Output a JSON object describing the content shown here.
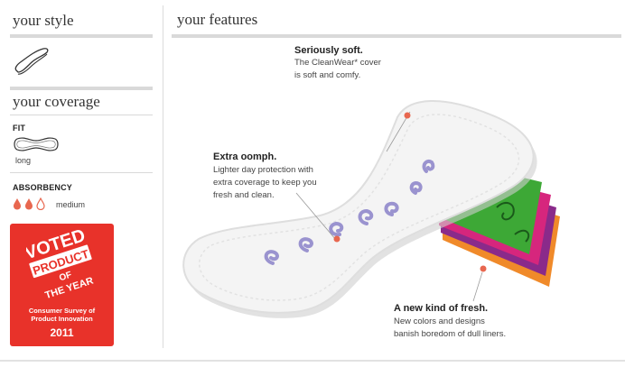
{
  "left": {
    "style_title": "your style",
    "coverage_title": "your coverage",
    "fit_label": "FIT",
    "fit_value": "long",
    "absorbency_label": "ABSORBENCY",
    "absorbency_value": "medium",
    "absorbency_drops": {
      "filled": 2,
      "total": 3
    }
  },
  "badge": {
    "voted": "VOTED",
    "product": "PRODUCT",
    "of": "OF",
    "the_year": "THE YEAR",
    "survey_line1": "Consumer Survey of",
    "survey_line2": "Product Innovation",
    "year": "2011"
  },
  "features": {
    "title": "your features",
    "items": [
      {
        "heading": "Seriously soft.",
        "lines": [
          "The CleanWear* cover",
          "is soft and comfy."
        ]
      },
      {
        "heading": "Extra oomph.",
        "lines": [
          "Lighter day protection with",
          "extra coverage to keep you",
          "fresh and clean."
        ]
      },
      {
        "heading": "A new kind of fresh.",
        "lines": [
          "New colors and designs",
          "banish boredom of dull liners."
        ]
      }
    ]
  },
  "colors": {
    "accent_dot": "#e8674f",
    "badge_red": "#e8322a",
    "swirl_purple": "#9a93cf",
    "wrapper_green": "#3da836",
    "wrapper_pink": "#d6267d",
    "wrapper_orange": "#f08a2a",
    "wrapper_purple": "#8a2a8a"
  }
}
